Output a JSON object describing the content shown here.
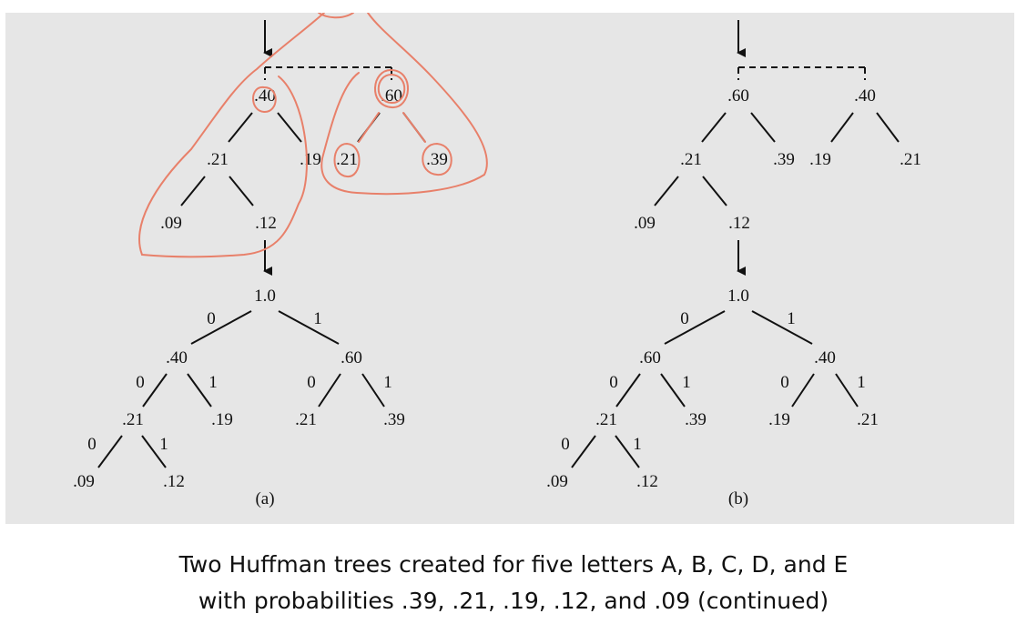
{
  "figure": {
    "panel_labels": [
      "(a)",
      "(b)"
    ],
    "trees": [
      {
        "id": "a",
        "forest": [
          {
            "root": ".40",
            "left": ".21",
            "right": ".19",
            "left_left": ".09",
            "left_right": ".12"
          },
          {
            "root": ".60",
            "left": ".21",
            "right": ".39"
          }
        ],
        "merged": {
          "root": "1.0",
          "left": {
            "value": ".40",
            "edge": "0"
          },
          "right": {
            "value": ".60",
            "edge": "1"
          },
          "ll": {
            "value": ".21",
            "edge": "0"
          },
          "lr": {
            "value": ".19",
            "edge": "1"
          },
          "rl": {
            "value": ".21",
            "edge": "0"
          },
          "rr": {
            "value": ".39",
            "edge": "1"
          },
          "lll": {
            "value": ".09",
            "edge": "0"
          },
          "llr": {
            "value": ".12",
            "edge": "1"
          }
        }
      },
      {
        "id": "b",
        "forest": [
          {
            "root": ".60",
            "left": ".21",
            "right": ".39",
            "left_left": ".09",
            "left_right": ".12"
          },
          {
            "root": ".40",
            "left": ".19",
            "right": ".21"
          }
        ],
        "merged": {
          "root": "1.0",
          "left": {
            "value": ".60",
            "edge": "0"
          },
          "right": {
            "value": ".40",
            "edge": "1"
          },
          "ll": {
            "value": ".21",
            "edge": "0"
          },
          "lr": {
            "value": ".39",
            "edge": "1"
          },
          "rl": {
            "value": ".19",
            "edge": "0"
          },
          "rr": {
            "value": ".21",
            "edge": "1"
          },
          "lll": {
            "value": ".09",
            "edge": "0"
          },
          "llr": {
            "value": ".12",
            "edge": "1"
          }
        }
      }
    ],
    "annotation_color": "#e8806a"
  },
  "caption": {
    "line1": "Two Huffman trees created for five letters A, B, C, D, and E",
    "line2": "with probabilities .39, .21, .19, .12, and .09 (continued)"
  }
}
